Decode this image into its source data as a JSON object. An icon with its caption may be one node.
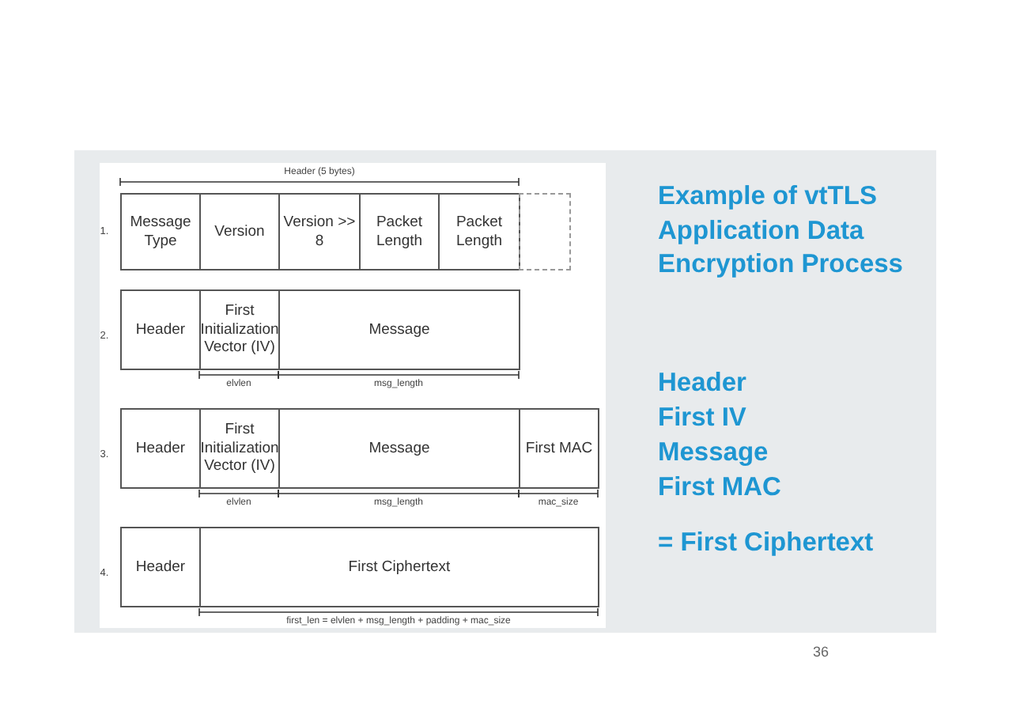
{
  "diagram": {
    "title": "Example of vtTLS Application Data Encryption Process",
    "nodes": [
      {
        "text": [
          "Message Type"
        ]
      },
      {
        "text": [
          "Version"
        ]
      },
      {
        "text": [
          "Version >> 8"
        ]
      },
      {
        "text": [
          "Packet Length"
        ]
      },
      {
        "text": [
          "Packet Length"
        ]
      },
      {
        "text": [],
        "shape": "box"
      },
      {
        "text": [
          "Header"
        ]
      },
      {
        "text": [
          "First Initialization Vector (IV)"
        ]
      },
      {
        "text": [
          "Message"
        ]
      },
      {
        "text": [
          "Header"
        ]
      },
      {
        "text": [
          "First Initialization Vector (IV)"
        ]
      },
      {
        "text": [
          "Message"
        ]
      },
      {
        "text": [
          "First MAC"
        ]
      },
      {
        "text": [
          "Header"
        ]
      },
      {
        "text": [
          "First Ciphertext"
        ]
      }
    ],
    "edges": [],
    "labels": [
      "Header (5 bytes)",
      "1.",
      "2.",
      "elvlen",
      "msg_length",
      "3.",
      "elvlen",
      "msg_length",
      "mac_size",
      "4.",
      "first_len = elvlen + msg_length + padding + mac_size",
      "Header",
      "First IV",
      "Message",
      "First MAC",
      "= First Ciphertext",
      "36"
    ]
  }
}
